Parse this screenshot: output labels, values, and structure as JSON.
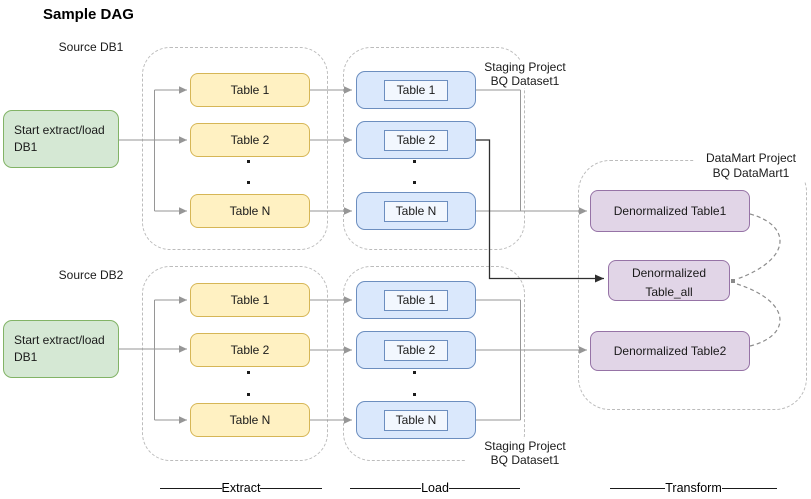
{
  "title": "Sample DAG",
  "colors": {
    "start_fill": "#d5e8d4",
    "start_stroke": "#82b366",
    "extract_fill": "#fff1c2",
    "extract_stroke": "#d6b656",
    "load_fill": "#dae8fc",
    "load_stroke": "#6c8ebf",
    "datamart_fill": "#e1d5e7",
    "datamart_stroke": "#9673a6",
    "connector": "#969696",
    "connector_dark": "#2f2f2f",
    "container_dash": "#bcbcbc"
  },
  "pipelines": [
    {
      "source_label": "Source DB1",
      "start_node": {
        "line1": "Start extract/load",
        "line2": "DB1"
      },
      "extract_tables": [
        "Table 1",
        "Table 2",
        "Table N"
      ],
      "load_tables": [
        "Table 1",
        "Table 2",
        "Table N"
      ],
      "staging_label": {
        "line1": "Staging Project",
        "line2": "BQ Dataset1"
      }
    },
    {
      "source_label": "Source DB2",
      "start_node": {
        "line1": "Start extract/load",
        "line2": "DB1"
      },
      "extract_tables": [
        "Table 1",
        "Table 2",
        "Table N"
      ],
      "load_tables": [
        "Table 1",
        "Table 2",
        "Table N"
      ],
      "staging_label": {
        "line1": "Staging Project",
        "line2": "BQ Dataset1"
      }
    }
  ],
  "datamart": {
    "label": {
      "line1": "DataMart Project",
      "line2": "BQ DataMart1"
    },
    "table1": "Denormalized Table1",
    "table_all": {
      "line1": "Denormalized",
      "line2": "Table_all"
    },
    "table2": "Denormalized Table2"
  },
  "stages": {
    "extract": "Extract",
    "load": "Load",
    "transform": "Transform"
  }
}
